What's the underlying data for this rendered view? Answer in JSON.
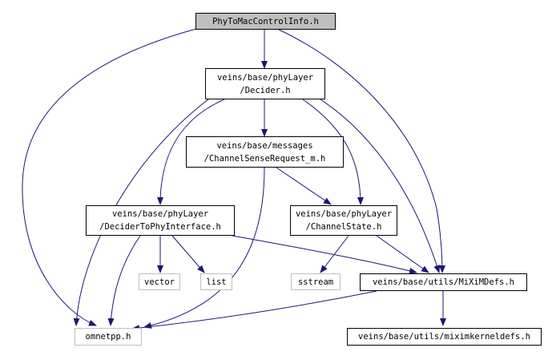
{
  "nodes": {
    "root": {
      "l1": "PhyToMacControlInfo.h"
    },
    "decider": {
      "l1": "veins/base/phyLayer",
      "l2": "/Decider.h"
    },
    "csr": {
      "l1": "veins/base/messages",
      "l2": "/ChannelSenseRequest_m.h"
    },
    "dtpi": {
      "l1": "veins/base/phyLayer",
      "l2": "/DeciderToPhyInterface.h"
    },
    "cs": {
      "l1": "veins/base/phyLayer",
      "l2": "/ChannelState.h"
    },
    "vector": {
      "l1": "vector"
    },
    "list": {
      "l1": "list"
    },
    "sstream": {
      "l1": "sstream"
    },
    "mixim": {
      "l1": "veins/base/utils/MiXiMDefs.h"
    },
    "omnetpp": {
      "l1": "omnetpp.h"
    },
    "kernel": {
      "l1": "veins/base/utils/miximkerneldefs.h"
    }
  },
  "colors": {
    "edge": "#191970",
    "root_fill": "#bfbfbf",
    "gray_border": "#bfbfbf"
  }
}
